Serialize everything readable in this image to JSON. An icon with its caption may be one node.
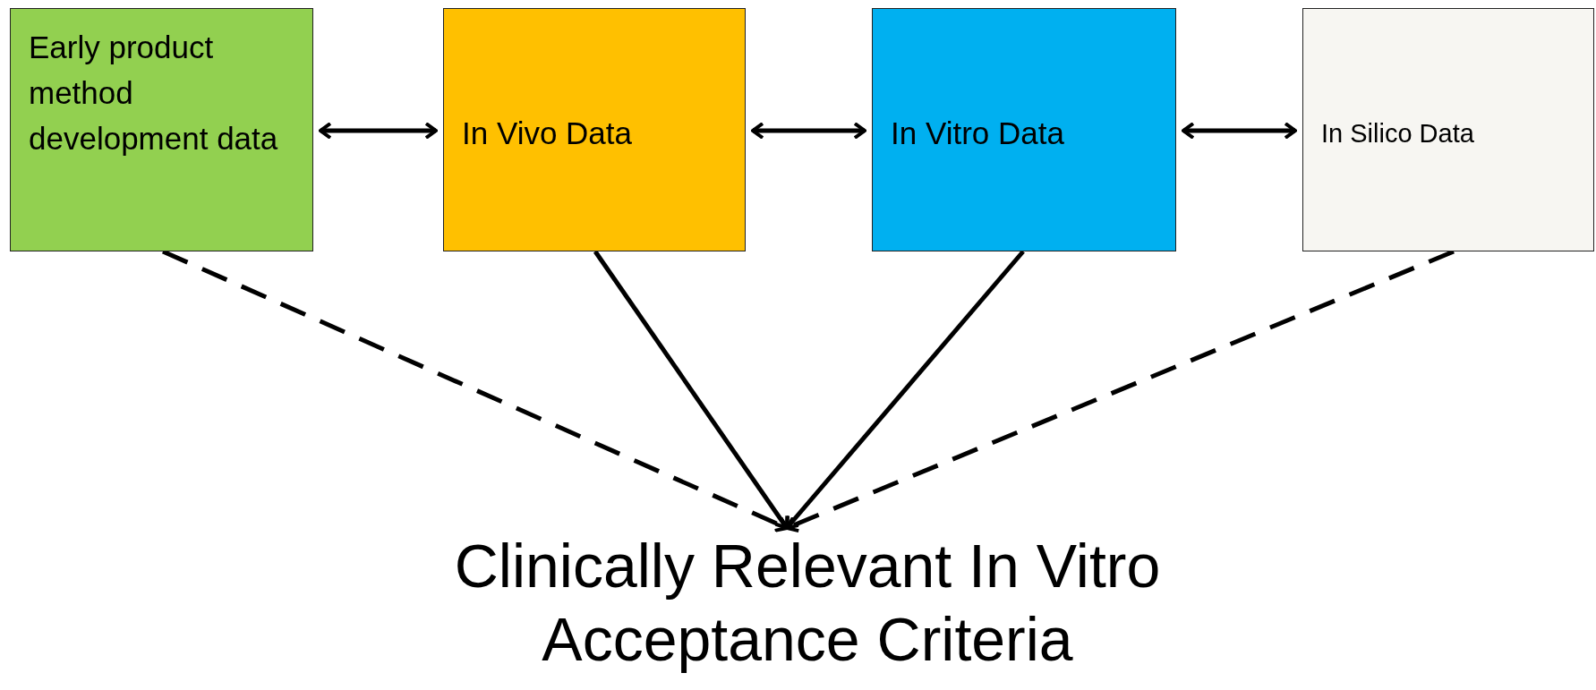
{
  "diagram": {
    "nodes": [
      {
        "text": [
          "Early product method development data"
        ]
      },
      {
        "text": [
          "In Vivo Data"
        ]
      },
      {
        "text": [
          "In Vitro Data"
        ]
      },
      {
        "text": [
          "In Silico Data"
        ]
      },
      {
        "text": [
          "Clinically Relevant In Vitro Acceptance Criteria"
        ]
      }
    ],
    "edges": [
      {
        "from": 0,
        "to": 1,
        "arrow": "both"
      },
      {
        "from": 1,
        "to": 2,
        "arrow": "both"
      },
      {
        "from": 2,
        "to": 3,
        "arrow": "both"
      },
      {
        "from": 0,
        "to": 4,
        "arrow": "to",
        "style": "dashed"
      },
      {
        "from": 1,
        "to": 4,
        "arrow": "to"
      },
      {
        "from": 2,
        "to": 4,
        "arrow": "to"
      },
      {
        "from": 3,
        "to": 4,
        "arrow": "to",
        "style": "dashed"
      }
    ]
  }
}
